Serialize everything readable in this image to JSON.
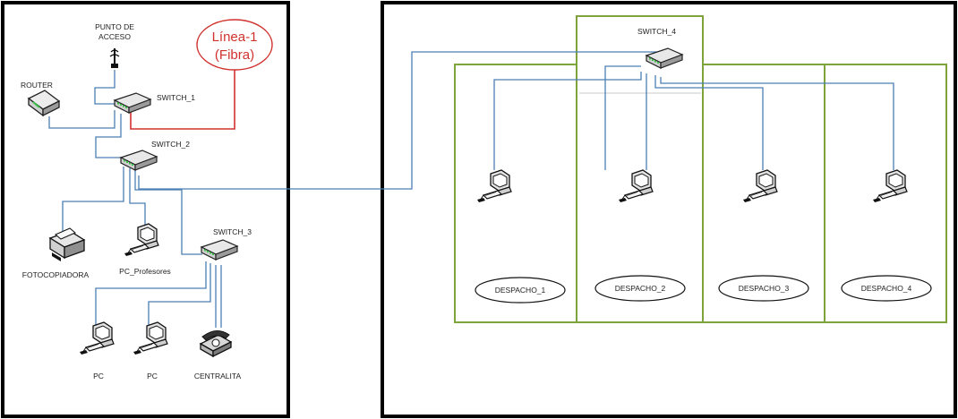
{
  "colors": {
    "link": "#4a7fb4",
    "fiber": "#d0312d",
    "room_border": "#7fa33b",
    "building_border": "#000000"
  },
  "labels": {
    "access_point": [
      "PUNTO DE",
      "ACCESO"
    ],
    "fiber": [
      "Línea-1",
      "(Fibra)"
    ],
    "router": "ROUTER",
    "switch_1": "SWITCH_1",
    "switch_2": "SWITCH_2",
    "switch_3": "SWITCH_3",
    "switch_4": "SWITCH_4",
    "copier": "FOTOCOPIADORA",
    "pc_teachers": "PC_Profesores",
    "pc_a": "PC",
    "pc_b": "PC",
    "pbx": "CENTRALITA"
  },
  "offices": [
    "DESPACHO_1",
    "DESPACHO_2",
    "DESPACHO_3",
    "DESPACHO_4"
  ],
  "icons": {
    "switch": "network-switch-icon",
    "router": "router-icon",
    "access_point": "wireless-access-point-icon",
    "pc": "desktop-computer-icon",
    "copier": "photocopier-icon",
    "phone": "telephone-icon"
  }
}
